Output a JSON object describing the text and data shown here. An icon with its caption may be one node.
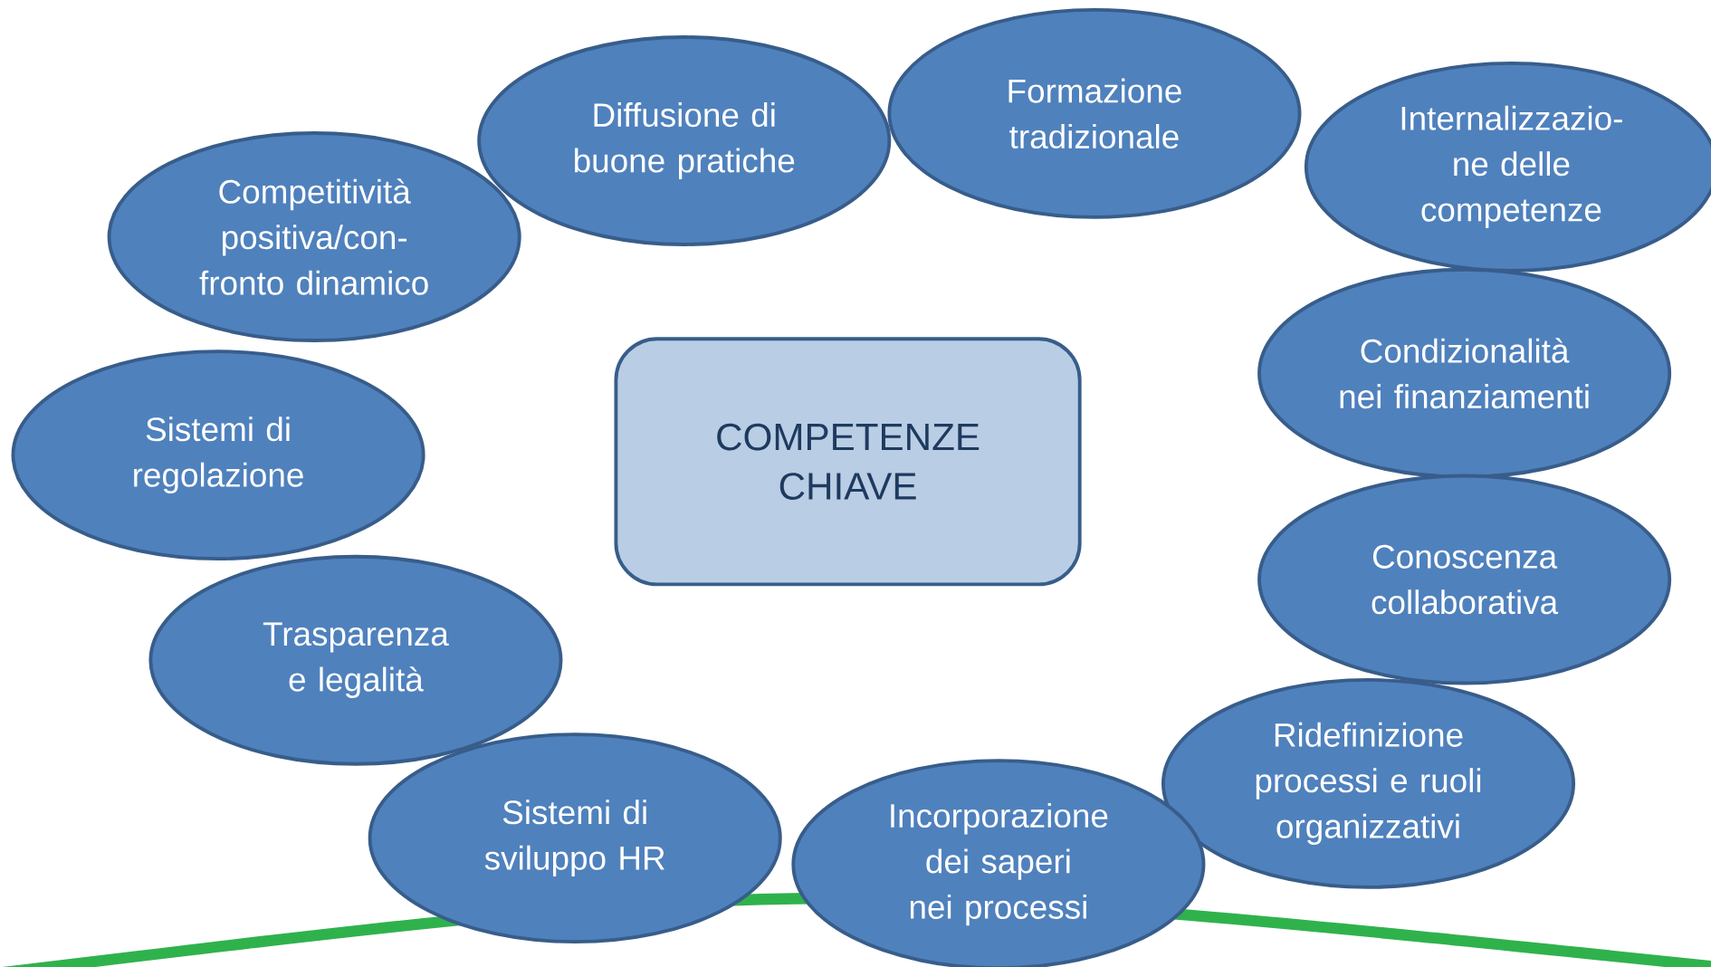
{
  "diagram": {
    "nodes": [
      {
        "text": [
          "COMPETENZE CHIAVE"
        ]
      },
      {
        "text": [
          "Competitività positiva/con- fronto dinamico"
        ]
      },
      {
        "text": [
          "Diffusione di buone pratiche"
        ]
      },
      {
        "text": [
          "Formazione tradizionale"
        ]
      },
      {
        "text": [
          "Internalizzazio- ne delle competenze"
        ]
      },
      {
        "text": [
          "Condizionalità nei finanziamenti"
        ]
      },
      {
        "text": [
          "Conoscenza collaborativa"
        ]
      },
      {
        "text": [
          "Ridefinizione processi e ruoli organizzativi"
        ]
      },
      {
        "text": [
          "Incorporazione dei saperi nei processi"
        ]
      },
      {
        "text": [
          "Sistemi di sviluppo HR"
        ]
      },
      {
        "text": [
          "Trasparenza e legalità"
        ]
      },
      {
        "text": [
          "Sistemi di regolazione"
        ]
      }
    ]
  }
}
